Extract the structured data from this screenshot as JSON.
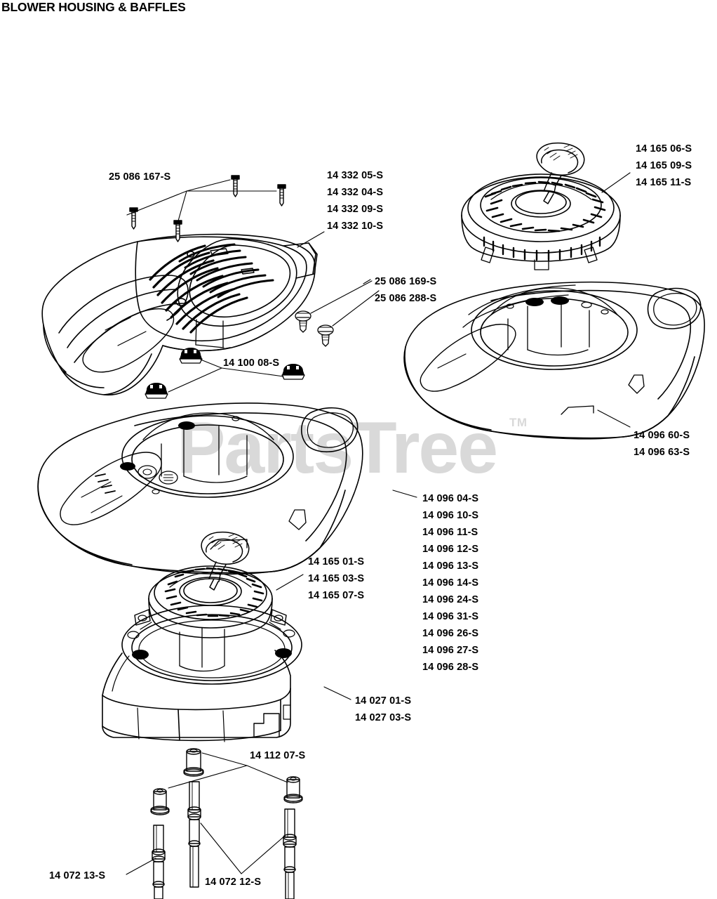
{
  "title": "BLOWER HOUSING & BAFFLES",
  "watermark": {
    "brand": "PartsTree",
    "tm": "TM",
    "color": "#d9d9d9"
  },
  "ink_color": "#000000",
  "background_color": "#ffffff",
  "callouts": {
    "screws_top_left": {
      "lines": [
        "25 086 167-S"
      ]
    },
    "cover_top_left": {
      "lines": [
        "14 332 05-S",
        "14 332 04-S",
        "14 332 09-S",
        "14 332 10-S"
      ]
    },
    "recoil_top_right": {
      "lines": [
        "14 165 06-S",
        "14 165 09-S",
        "14 165 11-S"
      ]
    },
    "screws_center": {
      "lines": [
        "25 086 169-S",
        "25 086 288-S"
      ]
    },
    "nuts_center_left": {
      "lines": [
        "14 100 08-S"
      ]
    },
    "housing_right": {
      "lines": [
        "14 096 60-S",
        "14 096 63-S"
      ]
    },
    "housing_center_list": {
      "lines": [
        "14 096 04-S",
        "14 096 10-S",
        "14 096 11-S",
        "14 096 12-S",
        "14 096 13-S",
        "14 096 14-S",
        "14 096 24-S",
        "14 096 31-S",
        "14 096 26-S",
        "14 096 27-S",
        "14 096 28-S"
      ]
    },
    "recoil_lower": {
      "lines": [
        "14 165 01-S",
        "14 165 03-S",
        "14 165 07-S"
      ]
    },
    "baffle_lower": {
      "lines": [
        "14 027 01-S",
        "14 027 03-S"
      ]
    },
    "grommets": {
      "lines": [
        "14 112 07-S"
      ]
    },
    "stud_left": {
      "lines": [
        "14 072 13-S"
      ]
    },
    "studs_right": {
      "lines": [
        "14 072 12-S"
      ]
    }
  },
  "parts": [
    {
      "name": "blower-housing-cover-top-left",
      "kind": "finned-cover"
    },
    {
      "name": "recoil-starter-top-right",
      "kind": "recoil-starter"
    },
    {
      "name": "blower-housing-right",
      "kind": "blower-housing"
    },
    {
      "name": "blower-housing-center-left",
      "kind": "blower-housing"
    },
    {
      "name": "recoil-starter-lower",
      "kind": "recoil-starter"
    },
    {
      "name": "baffle-lower",
      "kind": "baffle"
    },
    {
      "name": "hex-screw",
      "kind": "fastener",
      "count": 4
    },
    {
      "name": "flange-screw",
      "kind": "fastener",
      "count": 2
    },
    {
      "name": "push-nut",
      "kind": "fastener",
      "count": 3
    },
    {
      "name": "grommet",
      "kind": "fastener",
      "count": 3
    },
    {
      "name": "stud",
      "kind": "fastener",
      "count": 3
    }
  ]
}
